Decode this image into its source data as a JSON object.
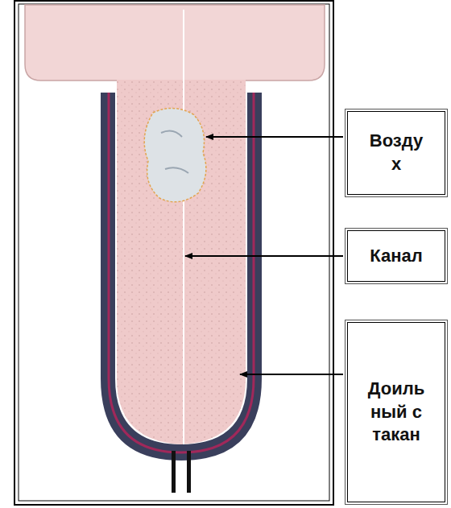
{
  "diagram": {
    "nodes": [
      {
        "text": [
          "Воздух"
        ]
      },
      {
        "text": [
          "Канал"
        ]
      },
      {
        "text": [
          "Доильный стакан"
        ]
      }
    ]
  }
}
